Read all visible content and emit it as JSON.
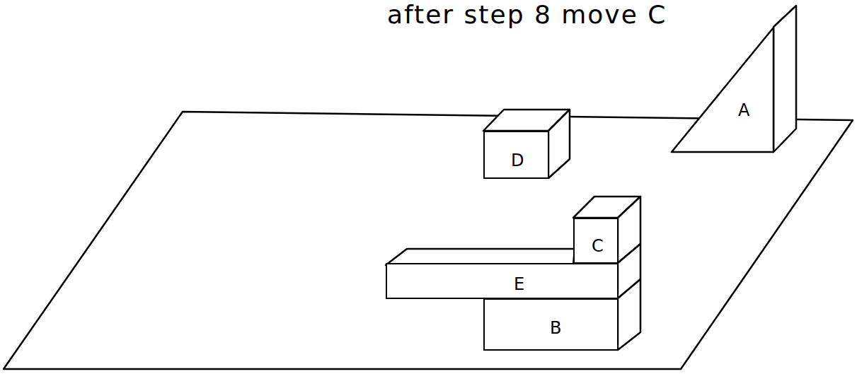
{
  "diagram": {
    "title": "after step 8 move C",
    "nodes": [
      {
        "text": [
          "D"
        ]
      },
      {
        "text": [
          "A"
        ]
      },
      {
        "text": [
          "C"
        ]
      },
      {
        "text": [
          "E"
        ]
      },
      {
        "text": [
          "B"
        ]
      }
    ]
  }
}
